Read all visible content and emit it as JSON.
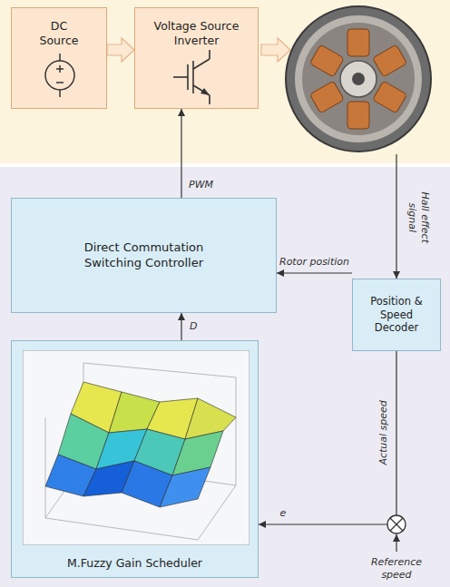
{
  "diagram": {
    "nodes": [
      {
        "text": [
          "DC Source"
        ]
      },
      {
        "text": [
          "Voltage Source Inverter"
        ]
      },
      {
        "text": [
          "Direct Commutation Switching Controller"
        ]
      },
      {
        "text": [
          "Position & Speed Decoder"
        ]
      },
      {
        "text": [
          "M.Fuzzy Gain Scheduler"
        ]
      }
    ],
    "edges": [
      {
        "from": 0,
        "to": 1,
        "arrow": "to"
      },
      {
        "from": 2,
        "to": 1,
        "label": "PWM",
        "arrow": "to"
      },
      {
        "from": 3,
        "to": 2,
        "label": "Rotor position",
        "arrow": "to"
      },
      {
        "from": 4,
        "to": 2,
        "label": "D",
        "arrow": "to"
      },
      {
        "from": 3,
        "to": 4,
        "label": "Actual speed",
        "arrow": "to"
      }
    ],
    "labels": [
      "Hall effect signal",
      "e",
      "Reference speed"
    ]
  }
}
